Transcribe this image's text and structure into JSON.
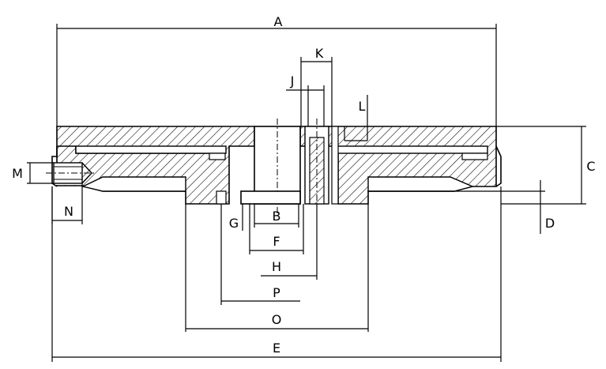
{
  "diagram": {
    "labels": {
      "A": "A",
      "B": "B",
      "C": "C",
      "D": "D",
      "E": "E",
      "F": "F",
      "G": "G",
      "H": "H",
      "J": "J",
      "K": "K",
      "L": "L",
      "M": "M",
      "N": "N",
      "O": "O",
      "P": "P"
    }
  }
}
